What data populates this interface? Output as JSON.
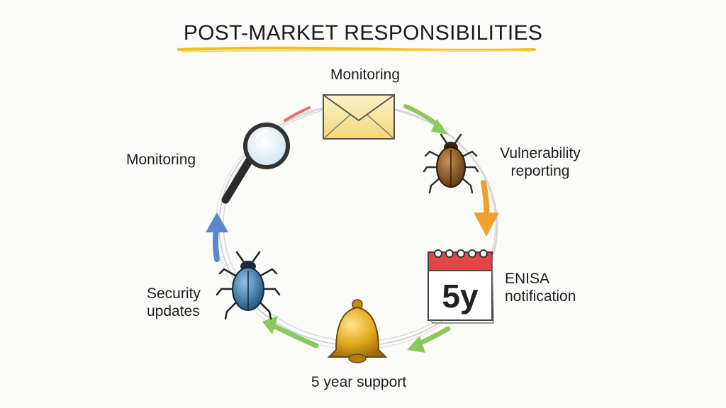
{
  "title": "POST-MARKET RESPONSIBILITIES",
  "colors": {
    "title_underline": "#f0c020",
    "arrow_green": "#8cc85a",
    "arrow_orange": "#f0a030",
    "arrow_blue": "#5a88c8",
    "arrow_red": "#e05050"
  },
  "cycle": [
    {
      "label": "Monitoring",
      "icon": "envelope-icon"
    },
    {
      "label": "Vulnerability reporting",
      "icon": "bug-icon"
    },
    {
      "label": "ENISA notification",
      "icon": "calendar-icon",
      "icon_text": "5y"
    },
    {
      "label": "5 year support",
      "icon": "bell-icon"
    },
    {
      "label": "Security updates",
      "icon": "beetle-icon"
    },
    {
      "label": "Monitoring",
      "icon": "magnifier-icon"
    }
  ]
}
